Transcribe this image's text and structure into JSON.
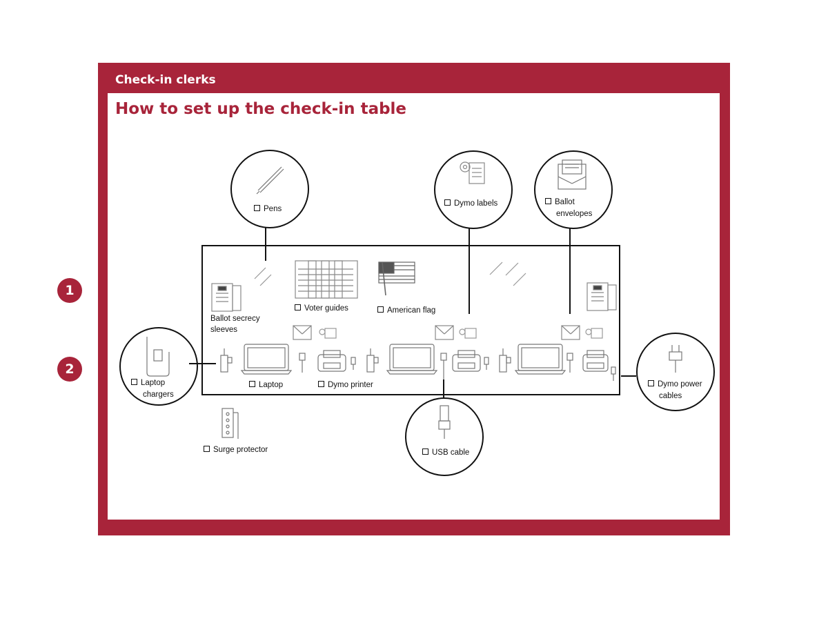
{
  "header": {
    "section": "Check-in clerks",
    "title": "How to set up the check-in table"
  },
  "steps": [
    "1",
    "2"
  ],
  "callouts": {
    "pens": "Pens",
    "dymo_labels": "Dymo labels",
    "ballot_envelopes_line1": "Ballot",
    "ballot_envelopes_line2": "envelopes",
    "laptop_chargers_line1": "Laptop",
    "laptop_chargers_line2": "chargers",
    "dymo_power_line1": "Dymo power",
    "dymo_power_line2": "cables",
    "usb_cable": "USB cable"
  },
  "table_items": {
    "ballot_sleeves_line1": "Ballot secrecy",
    "ballot_sleeves_line2": "sleeves",
    "voter_guides": "Voter guides",
    "american_flag": "American flag",
    "laptop": "Laptop",
    "dymo_printer": "Dymo printer",
    "surge_protector": "Surge protector"
  },
  "colors": {
    "brand": "#a8243a",
    "ink": "#111111"
  }
}
